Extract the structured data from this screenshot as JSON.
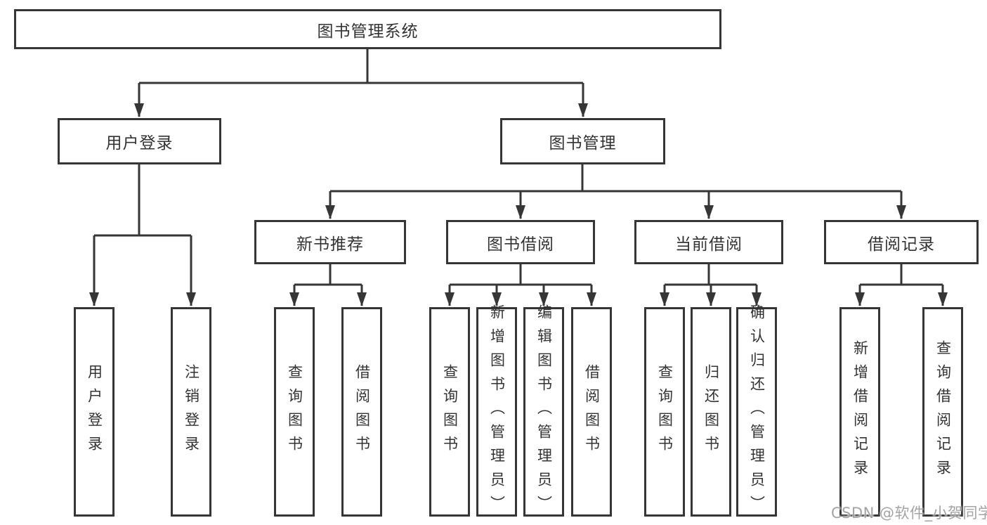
{
  "diagram": {
    "title": "图书管理系统",
    "type": "function-structure-tree",
    "colors": {
      "line": "#363636",
      "text": "#333333",
      "box_background": "#ffffff",
      "watermark": "#969696"
    },
    "watermark": "CSDN @软件_小贺同学"
  },
  "root": {
    "label": "图书管理系统"
  },
  "login": {
    "label": "用户登录",
    "children": [
      {
        "label": "用户登录"
      },
      {
        "label": "注销登录"
      }
    ]
  },
  "manage": {
    "label": "图书管理",
    "sections": [
      {
        "label": "新书推荐",
        "children": [
          {
            "label": "查询图书"
          },
          {
            "label": "借阅图书"
          }
        ]
      },
      {
        "label": "图书借阅",
        "children": [
          {
            "label": "查询图书"
          },
          {
            "label": "新增图书（管理员）"
          },
          {
            "label": "编辑图书（管理员）"
          },
          {
            "label": "借阅图书"
          }
        ]
      },
      {
        "label": "当前借阅",
        "children": [
          {
            "label": "查询图书"
          },
          {
            "label": "归还图书"
          },
          {
            "label": "确认归还（管理员）"
          }
        ]
      },
      {
        "label": "借阅记录",
        "children": [
          {
            "label": "新增借阅记录"
          },
          {
            "label": "查询借阅记录"
          }
        ]
      }
    ]
  }
}
